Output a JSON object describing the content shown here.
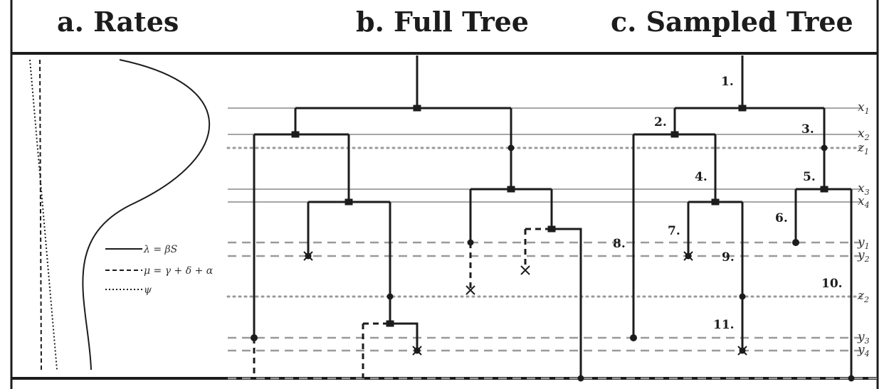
{
  "panels": {
    "a": "a. Rates",
    "b": "b. Full Tree",
    "c": "c. Sampled Tree"
  },
  "legend": {
    "lambda": "λ = βS",
    "mu": "μ = γ + δ + α",
    "psi": "ψ"
  },
  "time_labels": [
    {
      "name": "x",
      "sub": "1"
    },
    {
      "name": "x",
      "sub": "2"
    },
    {
      "name": "z",
      "sub": "1"
    },
    {
      "name": "x",
      "sub": "3"
    },
    {
      "name": "x",
      "sub": "4"
    },
    {
      "name": "y",
      "sub": "1"
    },
    {
      "name": "y",
      "sub": "2"
    },
    {
      "name": "z",
      "sub": "2"
    },
    {
      "name": "y",
      "sub": "3"
    },
    {
      "name": "y",
      "sub": "4"
    }
  ],
  "step_numbers": [
    "1.",
    "2.",
    "3.",
    "4.",
    "5.",
    "6.",
    "7.",
    "8.",
    "9.",
    "10.",
    "11."
  ],
  "colors": {
    "ink": "#1c1c1c",
    "thin_line": "#888888",
    "dashed_line": "#9a9a9a",
    "dotted_line": "#9a9a9a"
  }
}
